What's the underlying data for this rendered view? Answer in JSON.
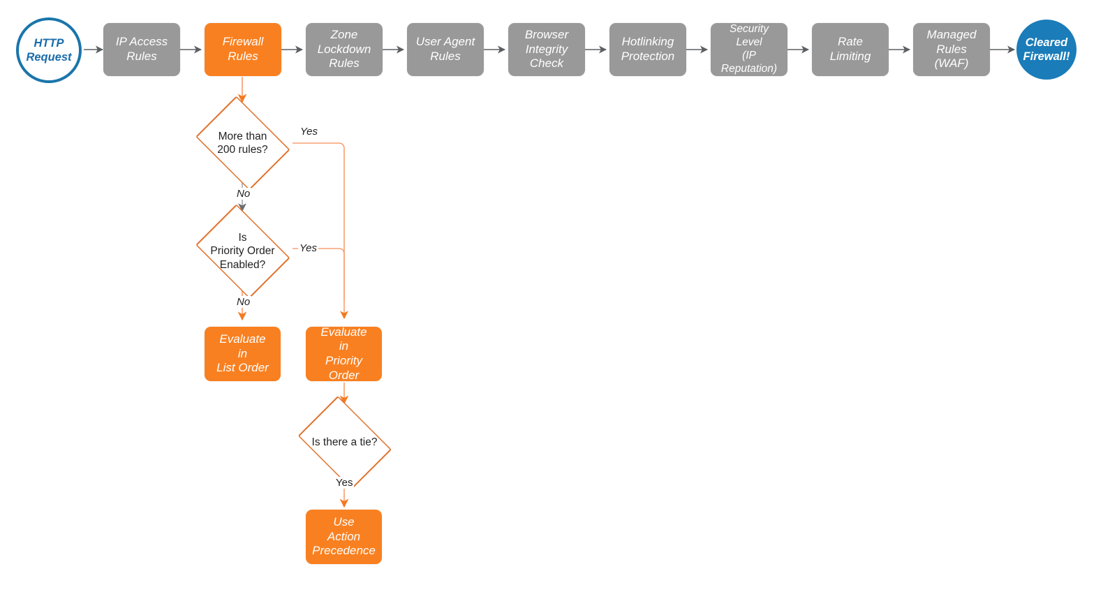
{
  "diagram": {
    "title": "Cloudflare Firewall Rules Evaluation Order",
    "background": "#ffffff",
    "colors": {
      "gray_box": "#999999",
      "orange_box": "#f98020",
      "orange_stroke": "#e0702a",
      "orange_connector": "#f9a072",
      "gray_connector": "#808285",
      "blue_stroke": "#1a75ab",
      "blue_fill": "#1a7cb8",
      "text_dark": "#222222",
      "text_light": "#ffffff"
    }
  },
  "pipeline": {
    "start": {
      "label": "HTTP\nRequest",
      "shape": "circle-hollow"
    },
    "steps": [
      {
        "label": "IP Access\nRules",
        "shape": "rounded-rect",
        "color": "gray"
      },
      {
        "label": "Firewall\nRules",
        "shape": "rounded-rect",
        "color": "orange"
      },
      {
        "label": "Zone\nLockdown\nRules",
        "shape": "rounded-rect",
        "color": "gray"
      },
      {
        "label": "User Agent\nRules",
        "shape": "rounded-rect",
        "color": "gray"
      },
      {
        "label": "Browser\nIntegrity\nCheck",
        "shape": "rounded-rect",
        "color": "gray"
      },
      {
        "label": "Hotlinking\nProtection",
        "shape": "rounded-rect",
        "color": "gray"
      },
      {
        "label": "Security\nLevel\n(IP Reputation)",
        "shape": "rounded-rect",
        "color": "gray"
      },
      {
        "label": "Rate\nLimiting",
        "shape": "rounded-rect",
        "color": "gray"
      },
      {
        "label": "Managed\nRules\n(WAF)",
        "shape": "rounded-rect",
        "color": "gray"
      }
    ],
    "end": {
      "label": "Cleared\nFirewall!",
      "shape": "circle-filled"
    }
  },
  "decisions": {
    "more_than_200": {
      "label": "More than\n200 rules?",
      "yes": "Yes",
      "no": "No"
    },
    "priority_order": {
      "label": "Is\nPriority Order\nEnabled?",
      "yes": "Yes",
      "no": "No"
    },
    "is_tie": {
      "label": "Is there a tie?",
      "yes": "Yes"
    }
  },
  "outcomes": {
    "list_order": {
      "label": "Evaluate\nin\nList Order"
    },
    "priority_order": {
      "label": "Evaluate\nin\nPriority Order"
    },
    "action_precedence": {
      "label": "Use\nAction\nPrecedence"
    }
  }
}
